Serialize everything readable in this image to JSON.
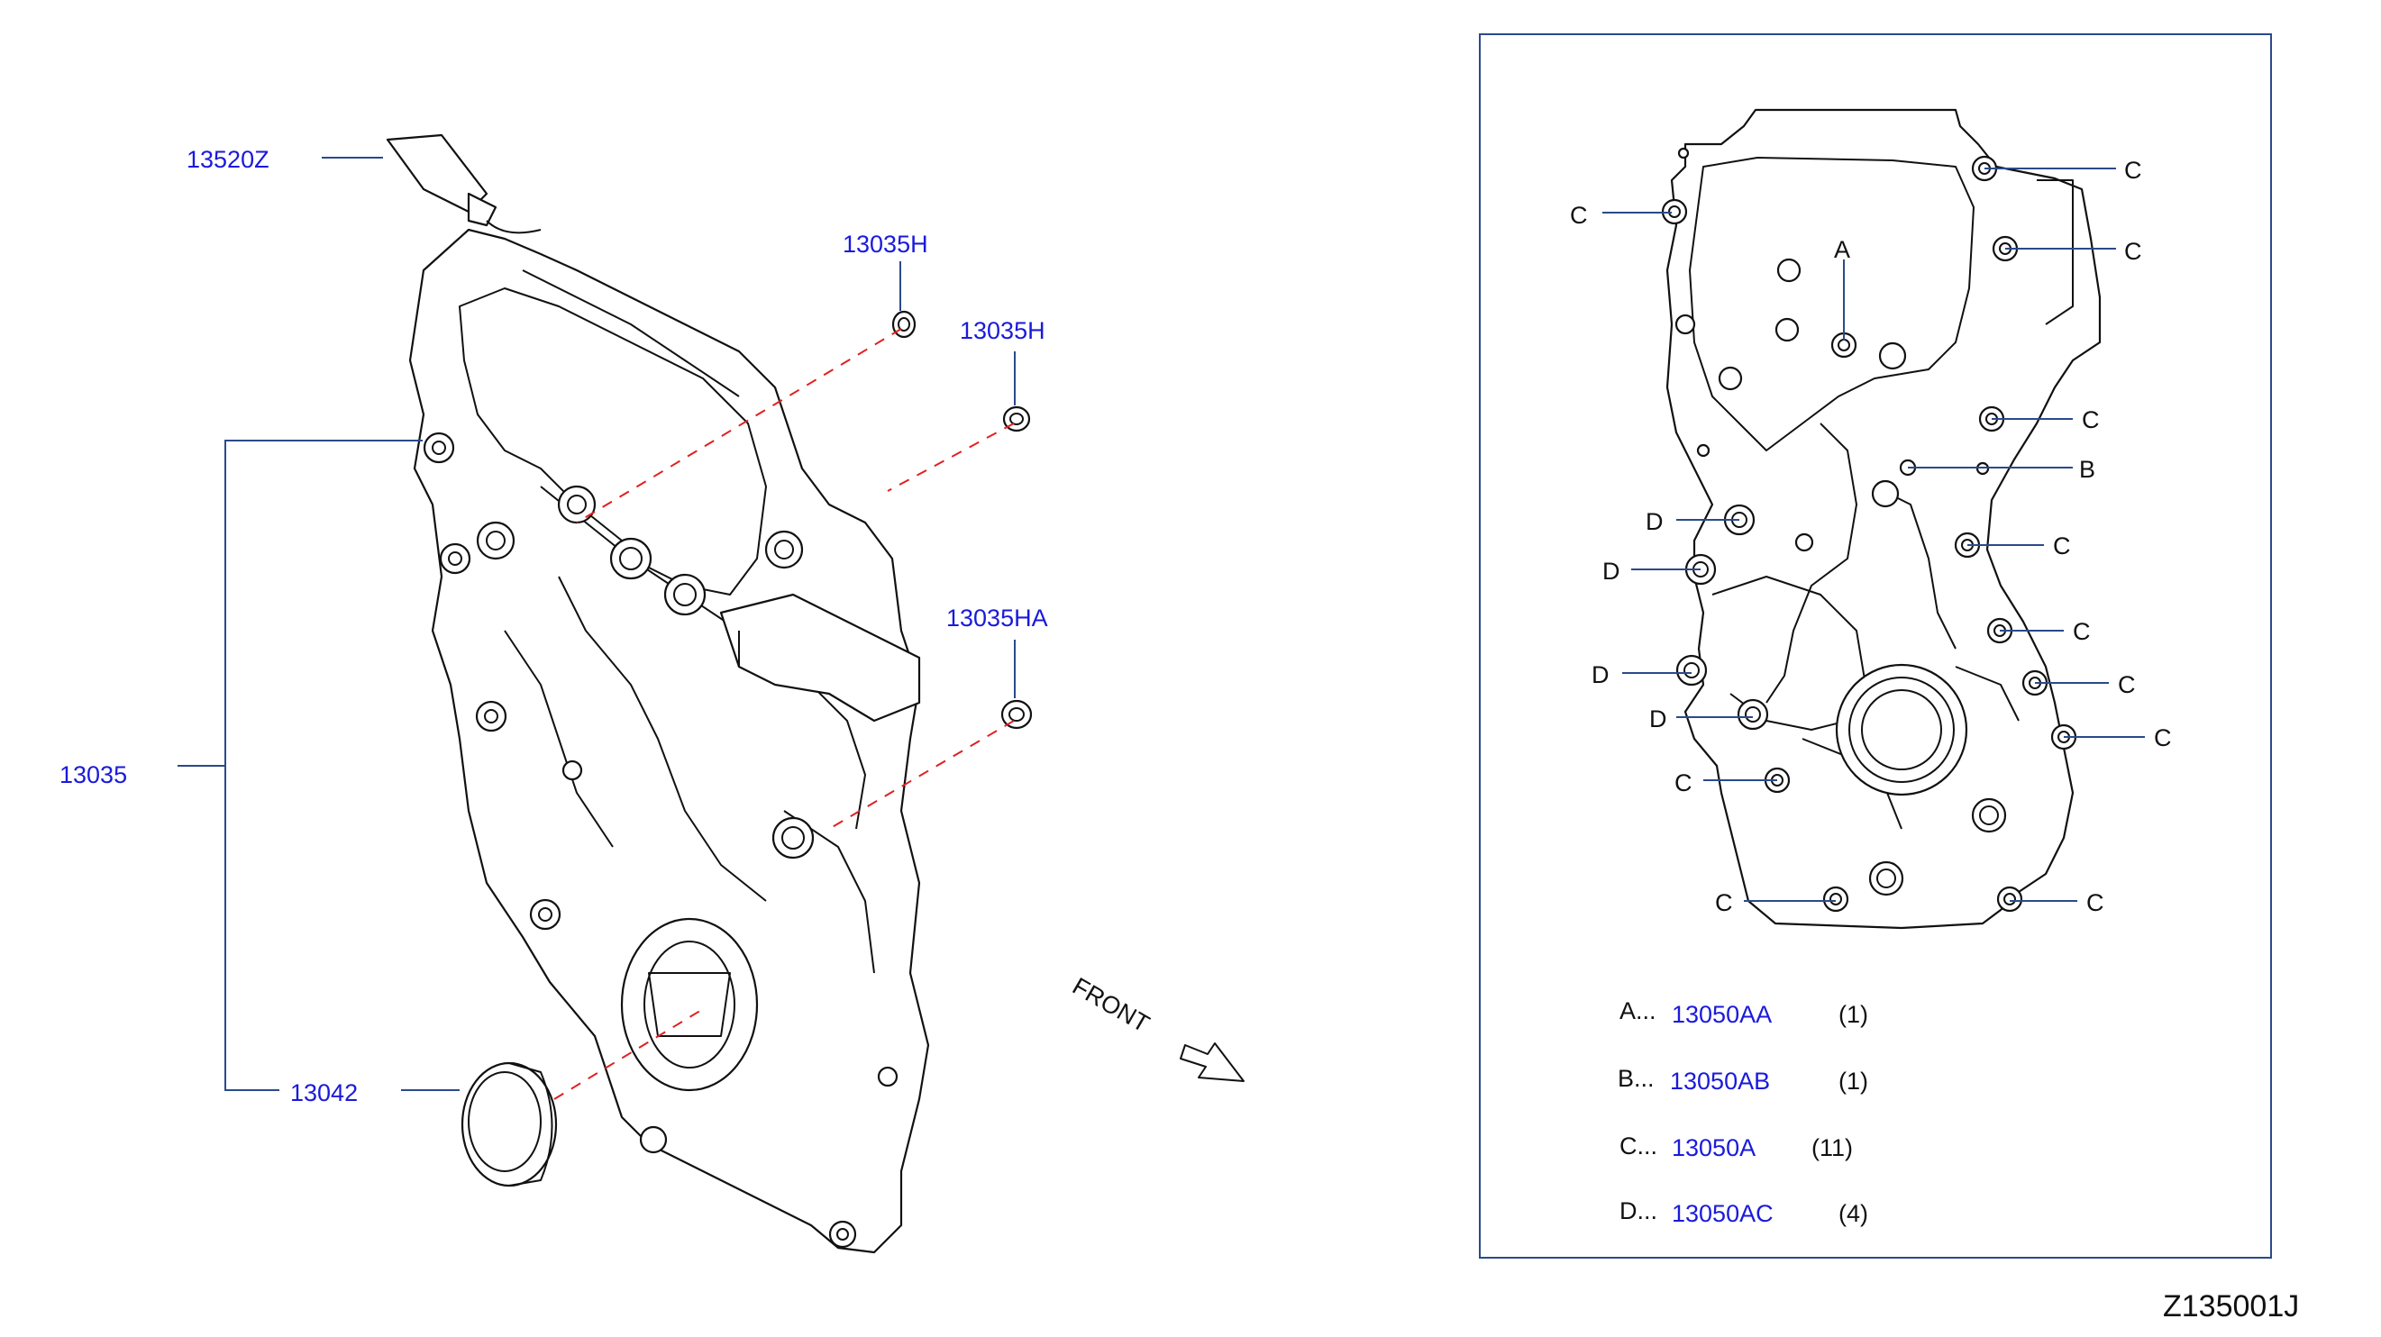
{
  "diagram_id": "Z135001J",
  "front_label": "FRONT",
  "callouts": {
    "dipstick_tube": "13520Z",
    "plug_upper": "13035H",
    "plug_middle": "13035H",
    "plug_lower": "13035HA",
    "cover": "13035",
    "oil_seal": "13042"
  },
  "bolt_letters": {
    "a": "A",
    "b": "B",
    "c": "C",
    "d": "D"
  },
  "bolt_legend": [
    {
      "key": "A...",
      "part": "13050AA",
      "qty": "(1)"
    },
    {
      "key": "B...",
      "part": "13050AB",
      "qty": "(1)"
    },
    {
      "key": "C...",
      "part": "13050A",
      "qty": "(11)"
    },
    {
      "key": "D...",
      "part": "13050AC",
      "qty": "(4)"
    }
  ],
  "colors": {
    "part_number": "#1a1adb",
    "leader": "#2a4a8a",
    "dashed_line": "#e02020",
    "ink": "#111111"
  }
}
